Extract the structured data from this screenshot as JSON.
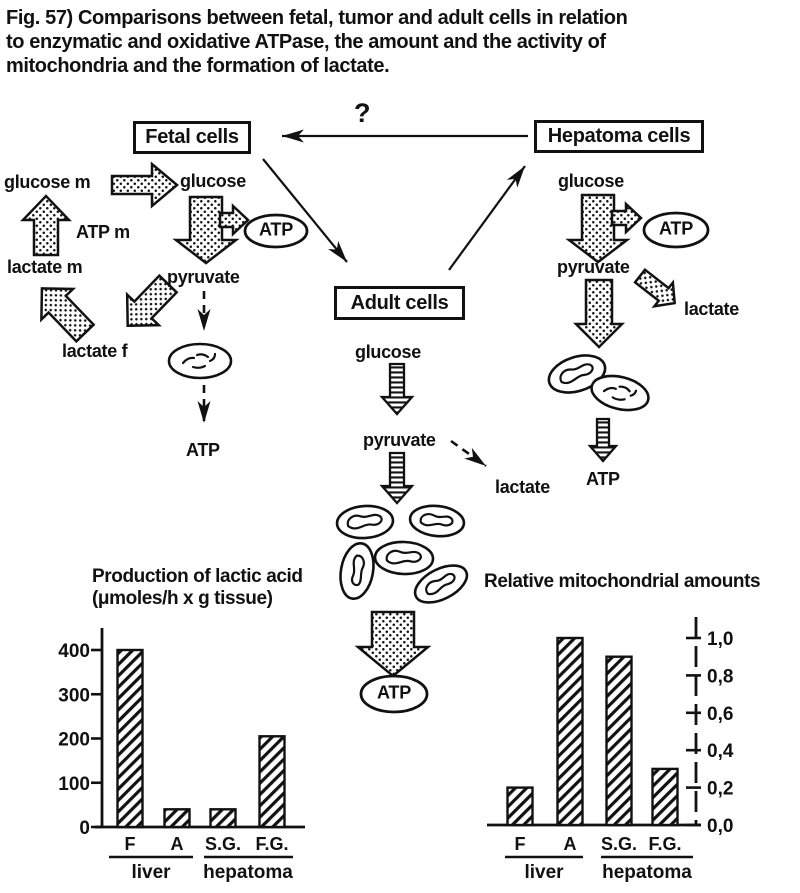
{
  "caption": {
    "line1": "Fig. 57)   Comparisons between fetal, tumor and adult cells in relation",
    "line2": "to enzymatic and oxidative ATPase, the amount and the activity of",
    "line3": "mitochondria and the formation of lactate.",
    "figure_number": "Fig. 57"
  },
  "diagram": {
    "question_mark": "?",
    "boxes": {
      "fetal": "Fetal cells",
      "adult": "Adult cells",
      "hepatoma": "Hepatoma cells"
    },
    "fetal": {
      "glucose_m": "glucose m",
      "glucose": "glucose",
      "atp_m": "ATP m",
      "lactate_m": "lactate m",
      "pyruvate": "pyruvate",
      "lactate_f": "lactate f",
      "atp_glycolytic": "ATP",
      "atp_oxidative": "ATP"
    },
    "adult": {
      "glucose": "glucose",
      "pyruvate": "pyruvate",
      "lactate": "lactate",
      "atp_oxidative": "ATP"
    },
    "hepatoma": {
      "glucose": "glucose",
      "atp_glycolytic": "ATP",
      "pyruvate": "pyruvate",
      "lactate": "lactate",
      "atp_oxidative": "ATP"
    }
  },
  "chart_data": [
    {
      "type": "bar",
      "title": "Production of lactic acid",
      "subtitle": "(μmoles/h x g tissue)",
      "categories": [
        "F",
        "A",
        "S.G.",
        "F.G."
      ],
      "values": [
        400,
        40,
        40,
        205
      ],
      "groups": [
        {
          "label": "liver"
        },
        {
          "label": "hepatoma"
        }
      ],
      "ylim": [
        0,
        430
      ],
      "yticks": [
        {
          "v": 0,
          "label": "0"
        },
        {
          "v": 100,
          "label": "100"
        },
        {
          "v": 200,
          "label": "200"
        },
        {
          "v": 300,
          "label": "300"
        },
        {
          "v": 400,
          "label": "400"
        }
      ],
      "axis_side": "left",
      "bar_style": "diagonal-hatch",
      "grid": false
    },
    {
      "type": "bar",
      "title": "Relative mitochondrial amounts",
      "subtitle": "",
      "categories": [
        "F",
        "A",
        "S.G.",
        "F.G."
      ],
      "values": [
        0.2,
        1.0,
        0.9,
        0.3
      ],
      "groups": [
        {
          "label": "liver"
        },
        {
          "label": "hepatoma"
        }
      ],
      "ylim": [
        0,
        1.1
      ],
      "yticks": [
        {
          "v": 0,
          "label": "0,0"
        },
        {
          "v": 0.2,
          "label": "0,2"
        },
        {
          "v": 0.4,
          "label": "0,4"
        },
        {
          "v": 0.6,
          "label": "0,6"
        },
        {
          "v": 0.8,
          "label": "0,8"
        },
        {
          "v": 1.0,
          "label": "1,0"
        }
      ],
      "axis_side": "right",
      "bar_style": "diagonal-hatch",
      "grid": false
    }
  ],
  "colors": {
    "ink": "#111111",
    "paper": "#ffffff"
  }
}
